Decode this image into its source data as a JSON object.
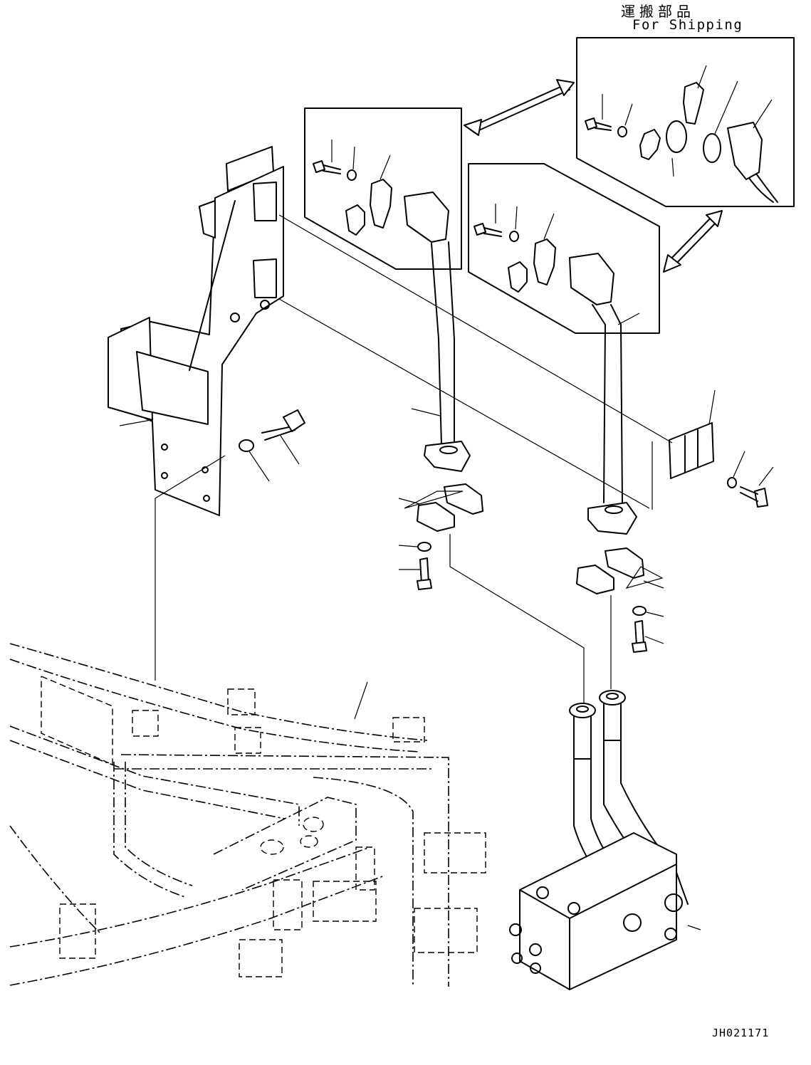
{
  "header": {
    "title_jp": "運搬部品",
    "title_en": "For Shipping"
  },
  "footer": {
    "drawing_code": "JH021171"
  },
  "components": [
    {
      "id": "mounting-bracket",
      "label": ""
    },
    {
      "id": "hydraulic-tube-left",
      "label": ""
    },
    {
      "id": "hydraulic-tube-right",
      "label": ""
    },
    {
      "id": "control-valve",
      "label": ""
    },
    {
      "id": "chassis-frame",
      "label": ""
    }
  ],
  "icons": {
    "arrow": "double-headed-arrow",
    "callout": "leader-line"
  }
}
